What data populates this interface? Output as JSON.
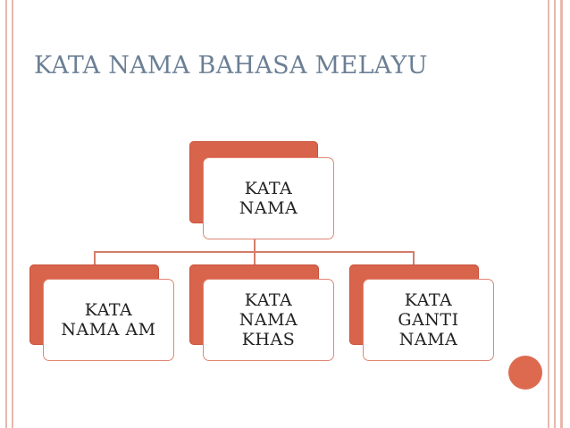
{
  "title": "KATA NAMA BAHASA MELAYU",
  "diagram": {
    "root": {
      "label": "KATA\nNAMA"
    },
    "children": [
      {
        "label": "KATA\nNAMA AM"
      },
      {
        "label": "KATA\nNAMA\nKHAS"
      },
      {
        "label": "KATA\nGANTI\nNAMA"
      }
    ]
  },
  "colors": {
    "title": "#6b7f95",
    "node_back": "#d8644c",
    "node_border": "#e18673",
    "connector": "#d37d6a",
    "accent": "#dd6a4f",
    "side_border": "#e7b7ae"
  }
}
